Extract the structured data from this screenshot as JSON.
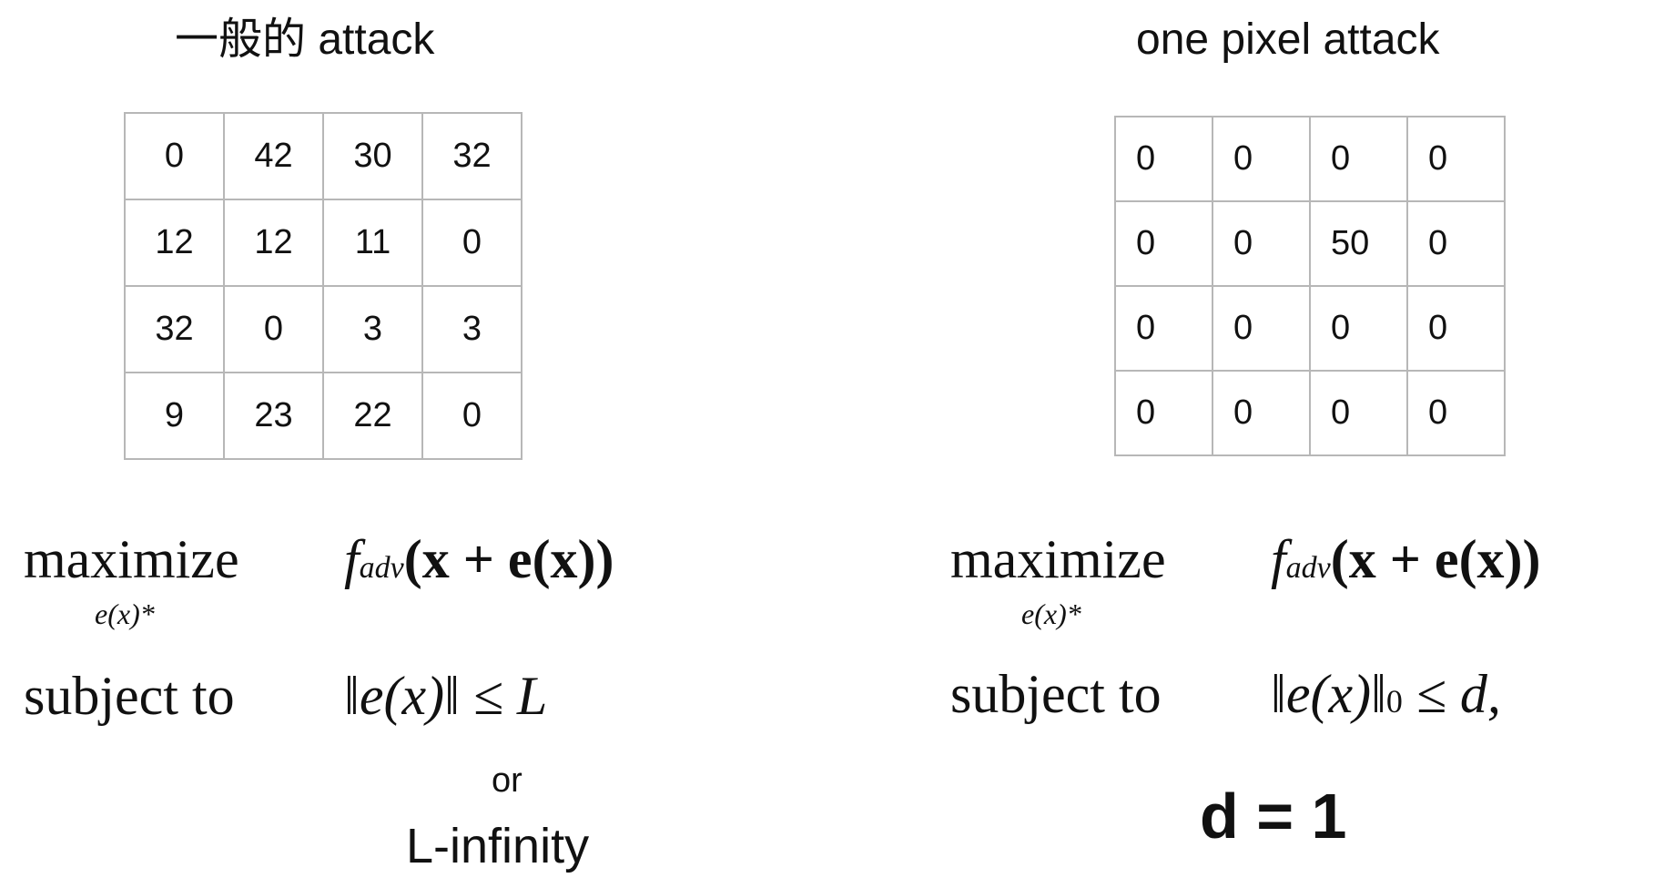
{
  "left": {
    "title": "一般的 attack",
    "matrix": [
      [
        "0",
        "42",
        "30",
        "32"
      ],
      [
        "12",
        "12",
        "11",
        "0"
      ],
      [
        "32",
        "0",
        "3",
        "3"
      ],
      [
        "9",
        "23",
        "22",
        "0"
      ]
    ],
    "maximize_word": "maximize",
    "maximize_sub": "e(x)*",
    "objective_f": "f",
    "objective_sub": "adv",
    "objective_rest": "(x + e(x))",
    "subject_word": "subject to",
    "constraint": "‖e(x)‖ ≤ L",
    "or_text": "or",
    "alt_text": "L-infinity"
  },
  "right": {
    "title": "one pixel attack",
    "matrix": [
      [
        "0",
        "0",
        "0",
        "0"
      ],
      [
        "0",
        "0",
        "50",
        "0"
      ],
      [
        "0",
        "0",
        "0",
        "0"
      ],
      [
        "0",
        "0",
        "0",
        "0"
      ]
    ],
    "maximize_word": "maximize",
    "maximize_sub": "e(x)*",
    "objective_f": "f",
    "objective_sub": "adv",
    "objective_rest": "(x + e(x))",
    "subject_word": "subject to",
    "constraint_main": "‖e(x)‖",
    "constraint_sub": "0",
    "constraint_rest": " ≤ d,",
    "d_text": "d = 1"
  }
}
